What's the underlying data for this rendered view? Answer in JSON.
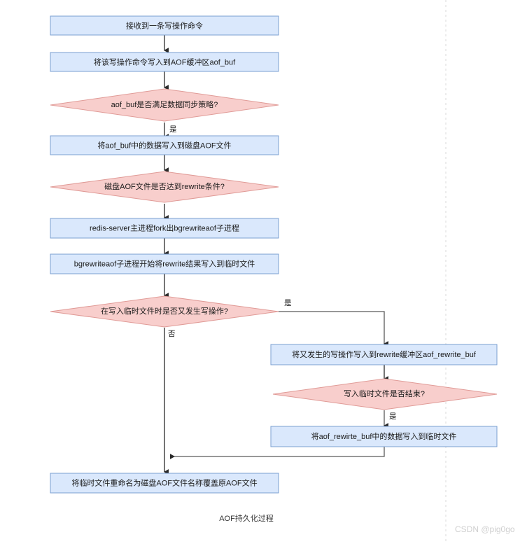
{
  "diagram": {
    "caption": "AOF持久化过程",
    "colors": {
      "process_fill": "#dae8fc",
      "process_stroke": "#7b9fd1",
      "decision_fill": "#f8cecc",
      "decision_stroke": "#e09b97",
      "edge": "#3a3a3a",
      "text": "#1a1a1a",
      "watermark": "#cfcfcf"
    },
    "nodes": [
      {
        "id": "n1",
        "type": "process",
        "label": "接收到一条写操作命令"
      },
      {
        "id": "n2",
        "type": "process",
        "label": "将该写操作命令写入到AOF缓冲区aof_buf"
      },
      {
        "id": "d1",
        "type": "decision",
        "label": "aof_buf是否满足数据同步策略?"
      },
      {
        "id": "n3",
        "type": "process",
        "label": "将aof_buf中的数据写入到磁盘AOF文件"
      },
      {
        "id": "d2",
        "type": "decision",
        "label": "磁盘AOF文件是否达到rewrite条件?"
      },
      {
        "id": "n4",
        "type": "process",
        "label": "redis-server主进程fork出bgrewriteaof子进程"
      },
      {
        "id": "n5",
        "type": "process",
        "label": "bgrewriteaof子进程开始将rewrite结果写入到临时文件"
      },
      {
        "id": "d3",
        "type": "decision",
        "label": "在写入临时文件时是否又发生写操作?"
      },
      {
        "id": "n6",
        "type": "process",
        "label": "将又发生的写操作写入到rewrite缓冲区aof_rewrite_buf"
      },
      {
        "id": "d4",
        "type": "decision",
        "label": "写入临时文件是否结束?"
      },
      {
        "id": "n7",
        "type": "process",
        "label": "将aof_rewirte_buf中的数据写入到临时文件"
      },
      {
        "id": "n8",
        "type": "process",
        "label": "将临时文件重命名为磁盘AOF文件名称覆盖原AOF文件"
      }
    ],
    "edge_labels": {
      "d1_yes": "是",
      "d3_yes": "是",
      "d3_no": "否",
      "d4_yes": "是"
    }
  },
  "watermark": {
    "text": "CSDN @pig0go"
  }
}
